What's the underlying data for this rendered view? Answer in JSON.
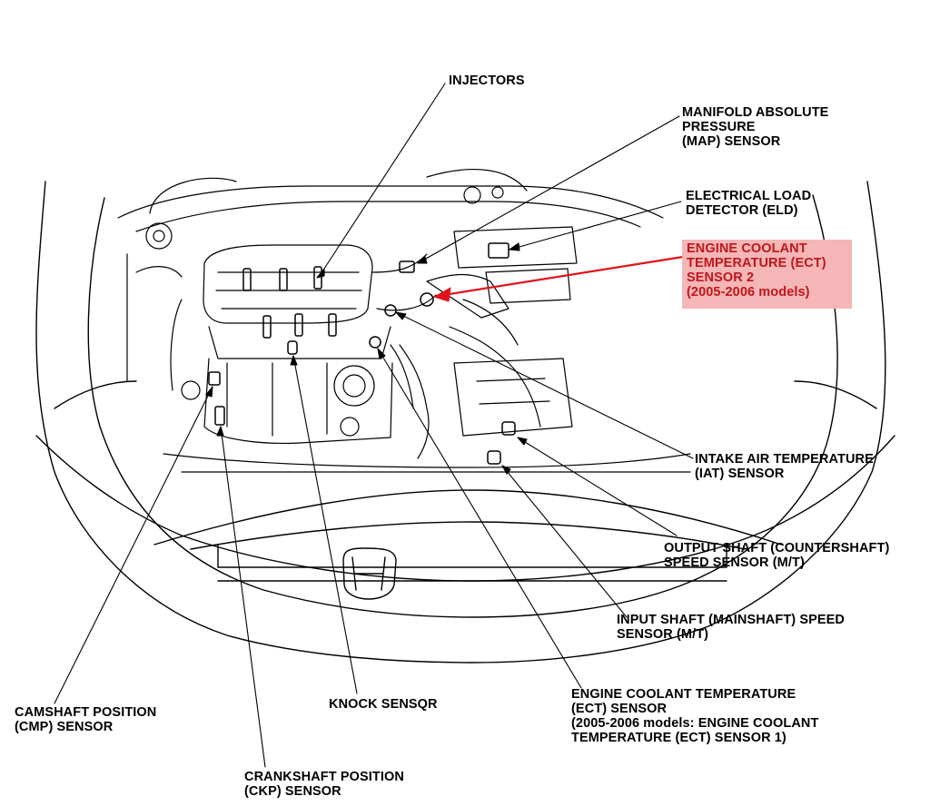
{
  "labels": {
    "injectors": "INJECTORS",
    "map": "MANIFOLD ABSOLUTE\nPRESSURE\n(MAP) SENSOR",
    "eld": "ELECTRICAL LOAD\nDETECTOR (ELD)",
    "ect2": "ENGINE COOLANT\nTEMPERATURE (ECT)\nSENSOR 2\n(2005-2006 models)",
    "iat": "INTAKE AIR TEMPERATURE\n(IAT) SENSOR",
    "output_shaft": "OUTPUT SHAFT (COUNTERSHAFT)\nSPEED SENSOR (M/T)",
    "input_shaft": "INPUT SHAFT (MAINSHAFT) SPEED\nSENSOR (M/T)",
    "ect": "ENGINE COOLANT TEMPERATURE\n(ECT) SENSOR\n(2005-2006 models: ENGINE COOLANT\nTEMPERATURE (ECT) SENSOR 1)",
    "knock": "KNOCK SENSQR",
    "cmp": "CAMSHAFT POSITION\n(CMP) SENSOR",
    "ckp": "CRANKSHAFT POSITION\n(CKP) SENSOR"
  },
  "colors": {
    "highlight_fill": "#f4b6b6",
    "highlight_text": "#c0161c",
    "arrow": "#e0141a",
    "ink": "#000000"
  }
}
